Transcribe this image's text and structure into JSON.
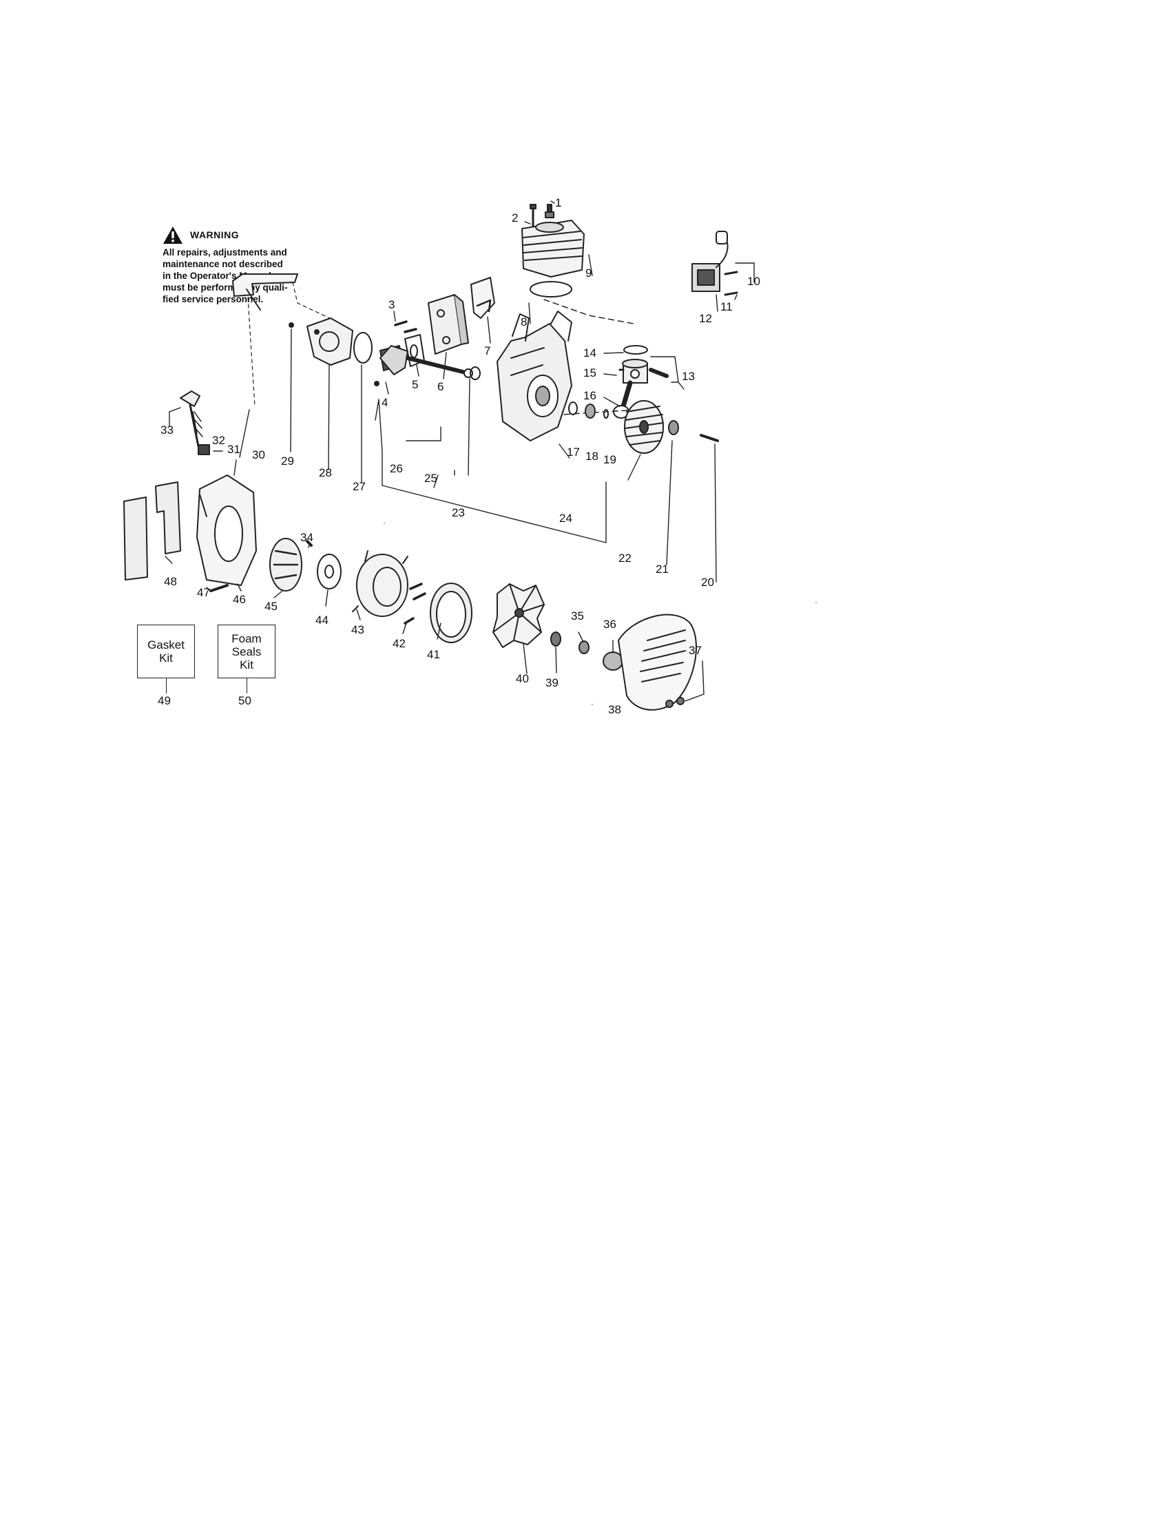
{
  "warning": {
    "title": "WARNING",
    "lines": [
      "All repairs, adjustments and",
      "maintenance not described",
      "in the Operator's Manual",
      "must be performed by quali-",
      "fied service personnel."
    ]
  },
  "kits": [
    {
      "label": "Gasket\nKit",
      "number": "49"
    },
    {
      "label": "Foam\nSeals\nKit",
      "number": "50"
    }
  ],
  "callouts": [
    "1",
    "2",
    "3",
    "4",
    "5",
    "6",
    "7",
    "8",
    "9",
    "10",
    "11",
    "12",
    "13",
    "14",
    "15",
    "16",
    "17",
    "18",
    "19",
    "20",
    "21",
    "22",
    "23",
    "24",
    "25",
    "26",
    "27",
    "28",
    "29",
    "30",
    "31",
    "32",
    "33",
    "34",
    "35",
    "36",
    "37",
    "38",
    "39",
    "40",
    "41",
    "42",
    "43",
    "44",
    "45",
    "46",
    "47",
    "48"
  ]
}
